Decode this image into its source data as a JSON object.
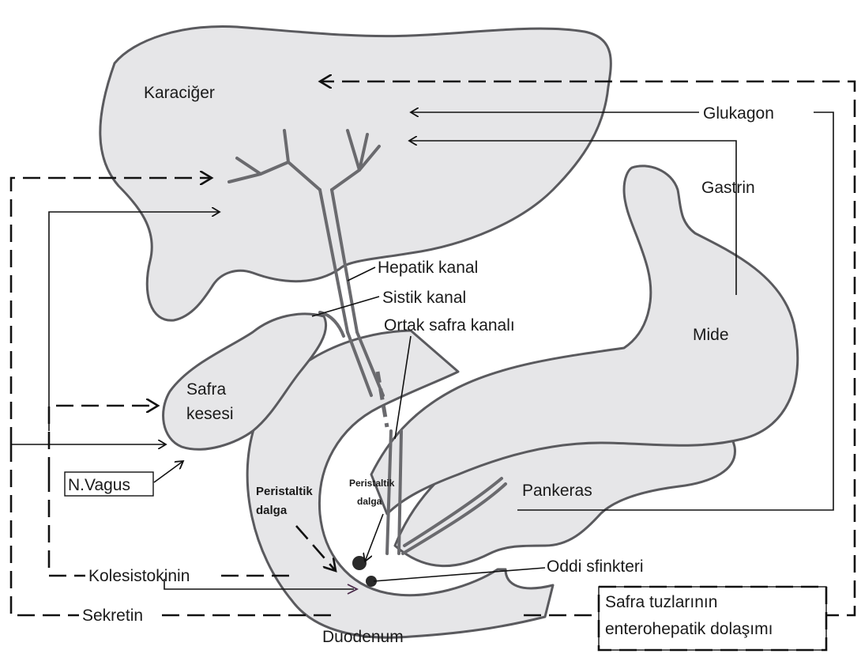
{
  "labels": {
    "liver": "Karaciğer",
    "glucagon": "Glukagon",
    "gastrin": "Gastrin",
    "hepatic_duct": "Hepatik kanal",
    "cystic_duct": "Sistik kanal",
    "common_bile_duct": "Ortak safra kanalı",
    "stomach": "Mide",
    "gallbladder_line1": "Safra",
    "gallbladder_line2": "kesesi",
    "vagus": "N.Vagus",
    "peristaltic_left_line1": "Peristaltik",
    "peristaltic_left_line2": "dalga",
    "peristaltic_right_line1": "Peristaltik",
    "peristaltic_right_line2": "dalga",
    "pancreas": "Pankeras",
    "oddi": "Oddi sfinkteri",
    "cholecystokinin": "Kolesistokinin",
    "secretin": "Sekretin",
    "duodenum": "Duodenum",
    "enterohepatic_line1": "Safra tuzlarının",
    "enterohepatic_line2": "enterohepatik dolaşımı"
  },
  "colors": {
    "organ_fill": "#e6e6e8",
    "organ_stroke": "#5a5a5e",
    "arrow": "#111111",
    "cck_arrow": "#4a2a4a"
  }
}
